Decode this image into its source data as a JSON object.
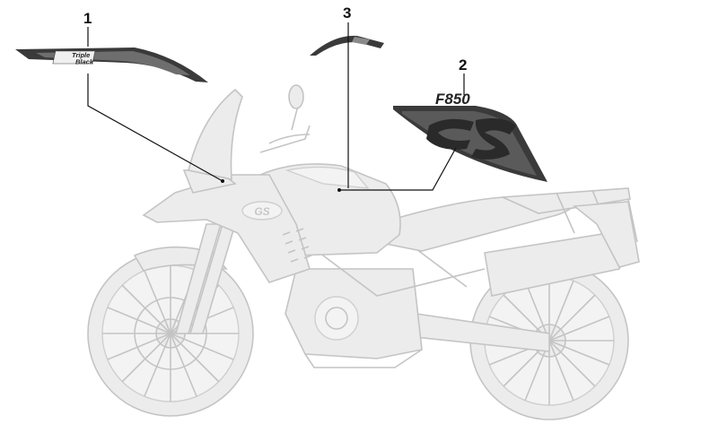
{
  "callouts": [
    {
      "number": "1",
      "part": "tank-side-decal-triple-black"
    },
    {
      "number": "2",
      "part": "fairing-decal-f850gs"
    },
    {
      "number": "3",
      "part": "tank-top-stripe"
    }
  ],
  "decal1": {
    "line1": "Triple",
    "line2": "Black"
  },
  "decal2": {
    "model": "F850",
    "logo": "GS"
  },
  "bike_badge": "GS",
  "colors": {
    "decal_dark": "#3a3a3a",
    "decal_mid": "#6e6e6e",
    "bike_fill": "#ececec",
    "bike_stroke": "#c4c4c4",
    "leader": "#111111"
  }
}
